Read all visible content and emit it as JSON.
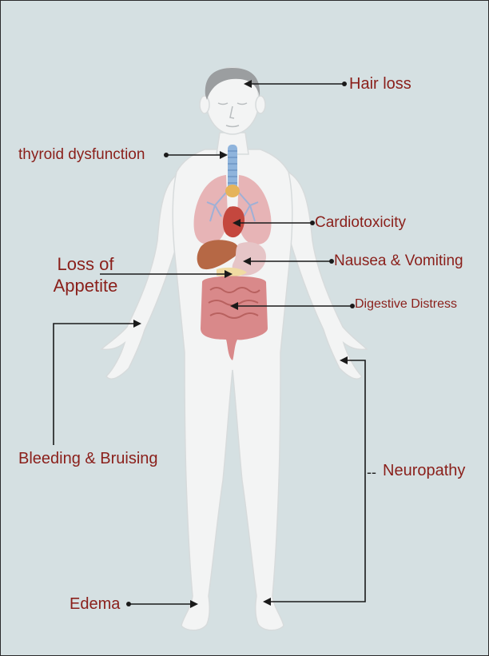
{
  "labels": {
    "hair_loss": "Hair loss",
    "thyroid": "thyroid dysfunction",
    "cardio": "Cardiotoxicity",
    "nausea": "Nausea & Vomiting",
    "appetite_line1": "Loss of",
    "appetite_line2": "Appetite",
    "digestive": "Digestive Distress",
    "bleeding": "Bleeding & Bruising",
    "neuropathy": "Neuropathy",
    "edema": "Edema"
  },
  "colors": {
    "background": "#d5e0e2",
    "label_text": "#8a1f1a",
    "body_fill": "#f3f4f4",
    "leader_line": "#1a1a1a"
  },
  "icons": {
    "figure": "human-body-figure",
    "organs": [
      "lungs",
      "heart",
      "liver",
      "stomach",
      "intestines",
      "trachea"
    ]
  }
}
